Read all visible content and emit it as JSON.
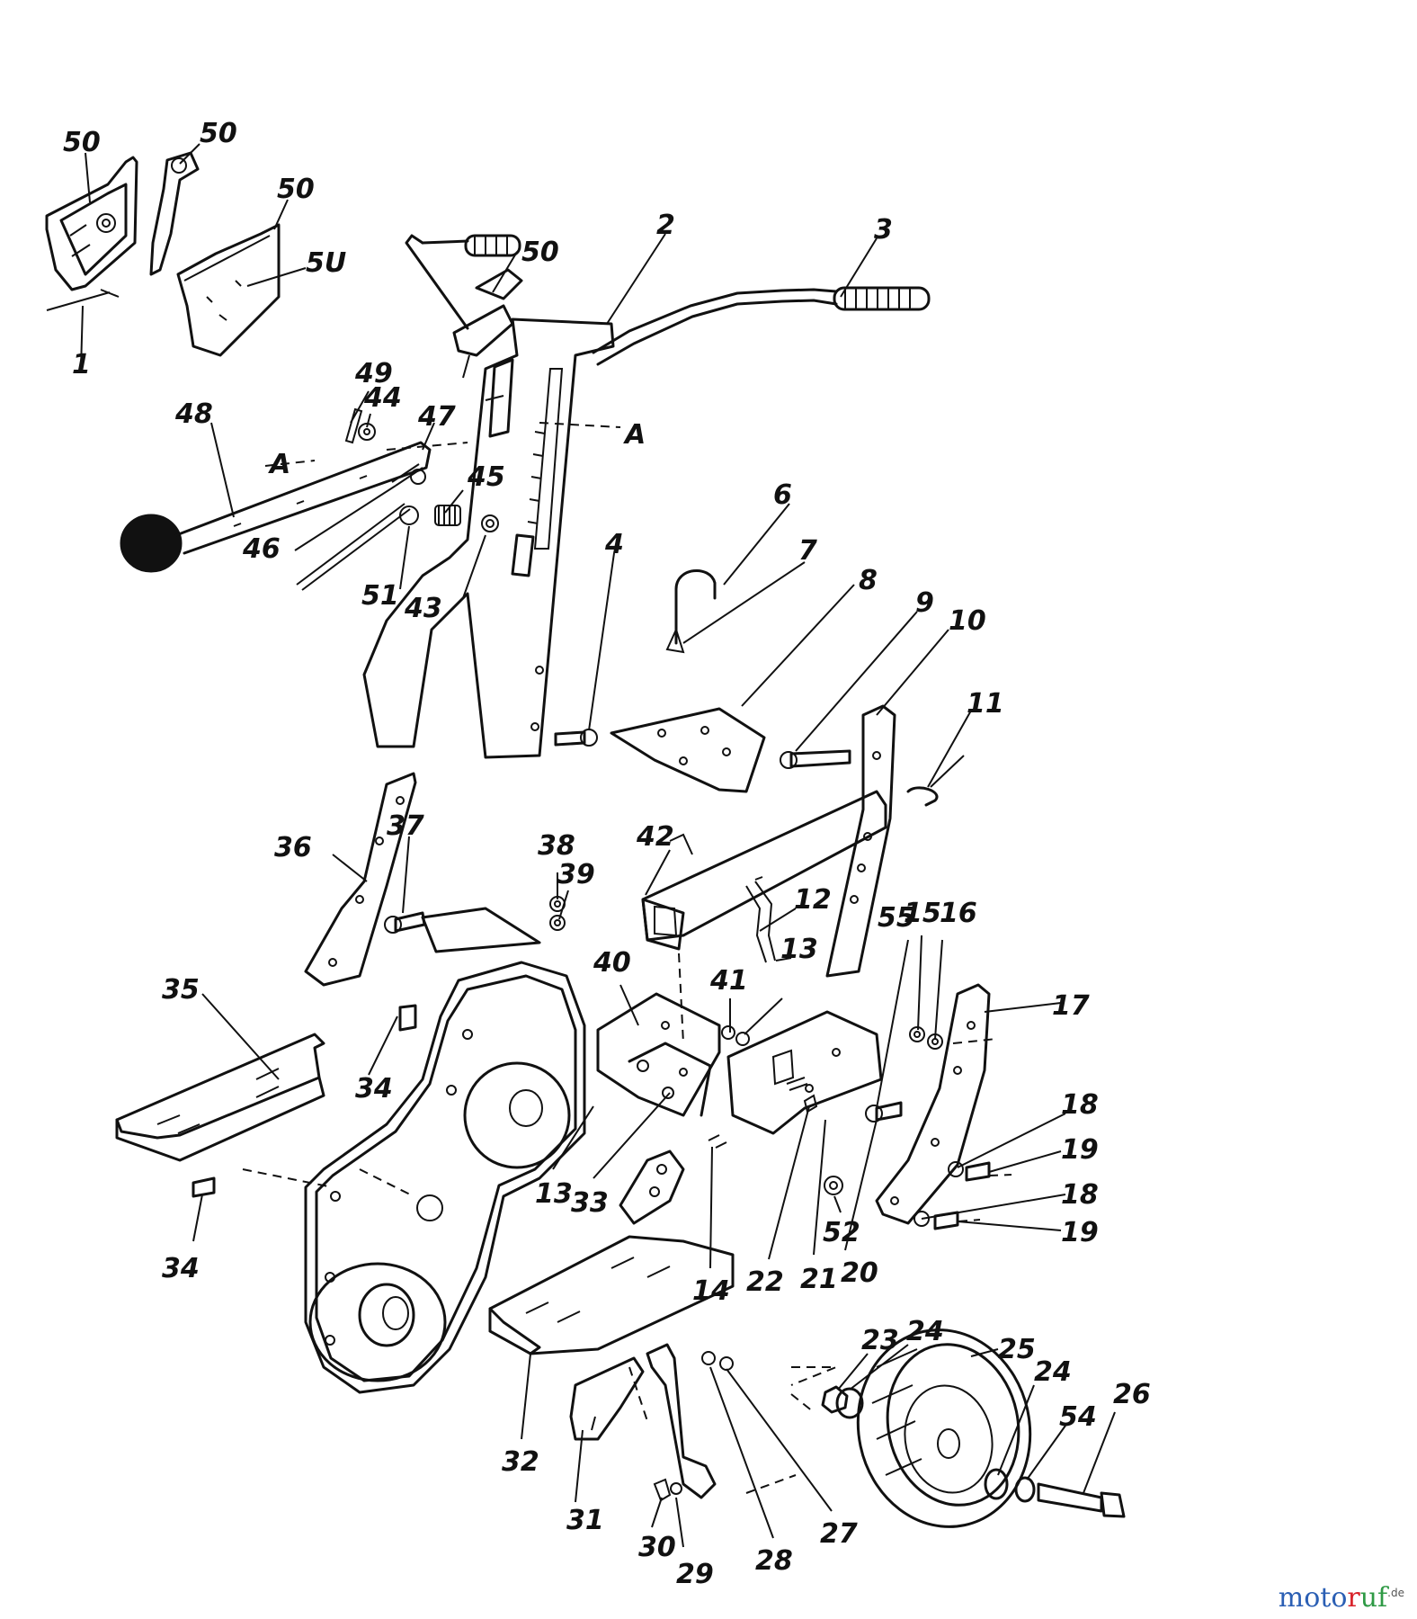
{
  "labels": [
    {
      "id": "p50a",
      "text": "50"
    },
    {
      "id": "p50b",
      "text": "50"
    },
    {
      "id": "p50c",
      "text": "50"
    },
    {
      "id": "p50d",
      "text": "5U"
    },
    {
      "id": "p50e",
      "text": "50"
    },
    {
      "id": "p1",
      "text": "1"
    },
    {
      "id": "p2",
      "text": "2"
    },
    {
      "id": "p3",
      "text": "3"
    },
    {
      "id": "p49",
      "text": "49"
    },
    {
      "id": "p44",
      "text": "44"
    },
    {
      "id": "p47",
      "text": "47"
    },
    {
      "id": "p48",
      "text": "48"
    },
    {
      "id": "pA1",
      "text": "A"
    },
    {
      "id": "pA2",
      "text": "A"
    },
    {
      "id": "p45",
      "text": "45"
    },
    {
      "id": "p46",
      "text": "46"
    },
    {
      "id": "p51",
      "text": "51"
    },
    {
      "id": "p43",
      "text": "43"
    },
    {
      "id": "p4",
      "text": "4"
    },
    {
      "id": "p6",
      "text": "6"
    },
    {
      "id": "p7",
      "text": "7"
    },
    {
      "id": "p8",
      "text": "8"
    },
    {
      "id": "p9",
      "text": "9"
    },
    {
      "id": "p10",
      "text": "10"
    },
    {
      "id": "p11",
      "text": "11"
    },
    {
      "id": "p36",
      "text": "36"
    },
    {
      "id": "p37",
      "text": "37"
    },
    {
      "id": "p38",
      "text": "38"
    },
    {
      "id": "p39",
      "text": "39"
    },
    {
      "id": "p42",
      "text": "42"
    },
    {
      "id": "p12",
      "text": "12"
    },
    {
      "id": "p13a",
      "text": "13"
    },
    {
      "id": "p55",
      "text": "55"
    },
    {
      "id": "p15",
      "text": "15"
    },
    {
      "id": "p16",
      "text": "16"
    },
    {
      "id": "p17",
      "text": "17"
    },
    {
      "id": "p35",
      "text": "35"
    },
    {
      "id": "p40",
      "text": "40"
    },
    {
      "id": "p41",
      "text": "41"
    },
    {
      "id": "p34a",
      "text": "34"
    },
    {
      "id": "p18a",
      "text": "18"
    },
    {
      "id": "p19a",
      "text": "19"
    },
    {
      "id": "p18b",
      "text": "18"
    },
    {
      "id": "p19b",
      "text": "19"
    },
    {
      "id": "p34b",
      "text": "34"
    },
    {
      "id": "p13b",
      "text": "13"
    },
    {
      "id": "p33",
      "text": "33"
    },
    {
      "id": "p14",
      "text": "14"
    },
    {
      "id": "p22",
      "text": "22"
    },
    {
      "id": "p21",
      "text": "21"
    },
    {
      "id": "p20",
      "text": "20"
    },
    {
      "id": "p52",
      "text": "52"
    },
    {
      "id": "p23",
      "text": "23"
    },
    {
      "id": "p24a",
      "text": "24"
    },
    {
      "id": "p25",
      "text": "25"
    },
    {
      "id": "p24b",
      "text": "24"
    },
    {
      "id": "p26",
      "text": "26"
    },
    {
      "id": "p54",
      "text": "54"
    },
    {
      "id": "p32",
      "text": "32"
    },
    {
      "id": "p31",
      "text": "31"
    },
    {
      "id": "p30",
      "text": "30"
    },
    {
      "id": "p29",
      "text": "29"
    },
    {
      "id": "p28",
      "text": "28"
    },
    {
      "id": "p27",
      "text": "27"
    }
  ],
  "brand": {
    "part1": "moto",
    "part2": "r",
    "part3": "uf",
    "suffix": ".de",
    "colors": {
      "blue": "#2b5fb4",
      "red": "#d8232a",
      "green": "#2f9a45"
    }
  }
}
